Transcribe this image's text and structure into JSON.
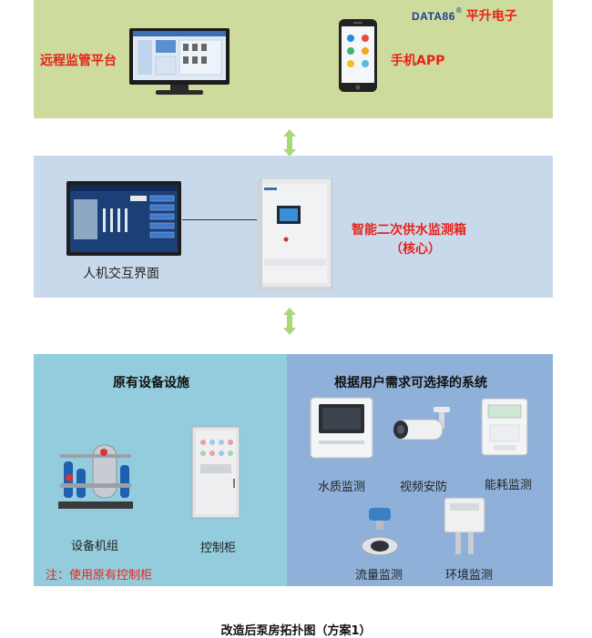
{
  "top": {
    "brand_prefix": "DATA86",
    "brand_suffix": "平升电子",
    "remote_platform": "远程监管平台",
    "mobile_app": "手机APP"
  },
  "middle": {
    "hmi_label": "人机交互界面",
    "box_title": "智能二次供水监测箱",
    "box_subtitle": "（核心）"
  },
  "bottom_left": {
    "title": "原有设备设施",
    "unit_label": "设备机组",
    "cabinet_label": "控制柜",
    "note": "注：使用原有控制柜"
  },
  "bottom_right": {
    "title": "根据用户需求可选择的系统",
    "items": [
      "水质监测",
      "视频安防",
      "能耗监测",
      "流量监测",
      "环境监测"
    ]
  },
  "caption": "改造后泵房拓扑图（方案1）",
  "colors": {
    "top_bg": "#cddb9c",
    "middle_bg": "#c9d9ec",
    "left_bg": "#93cddd",
    "right_bg": "#8fb1d9",
    "accent_red": "#e8221b",
    "arrow": "#a7d97a"
  }
}
